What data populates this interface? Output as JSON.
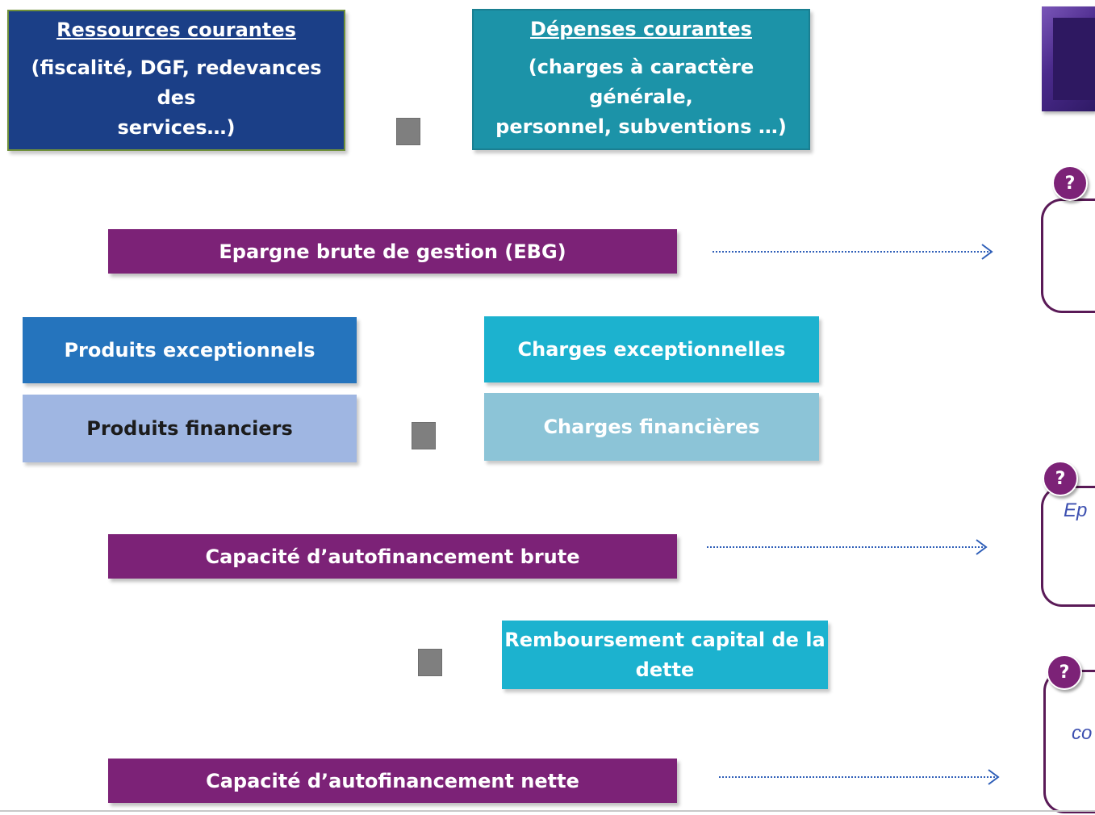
{
  "ressources": {
    "title": "Ressources courantes",
    "subtitle_line1": "(fiscalité, DGF, redevances des",
    "subtitle_line2": "services…)"
  },
  "depenses": {
    "title": "Dépenses courantes",
    "subtitle_line1": "(charges à caractère générale,",
    "subtitle_line2": "personnel, subventions …)"
  },
  "bars": {
    "ebg": "Epargne brute de gestion (EBG)",
    "caf_brute": "Capacité d’autofinancement brute",
    "caf_nette": "Capacité d’autofinancement nette"
  },
  "produits": {
    "exceptionnels": "Produits exceptionnels",
    "financiers": "Produits financiers"
  },
  "charges": {
    "exceptionnelles": "Charges exceptionnelles",
    "financieres": "Charges financières"
  },
  "remboursement": {
    "line1": "Remboursement capital de la",
    "line2": "dette"
  },
  "side": {
    "qmark": "?",
    "frag_ep": "Ep",
    "frag_co": "co"
  },
  "colors": {
    "dark_blue": "#1b3f87",
    "teal": "#1c93a8",
    "purple": "#7c2277",
    "mid_blue": "#2574bd",
    "light_blue": "#9fb6e2",
    "cyan": "#1cb2cf",
    "light_cyan": "#8cc4d7",
    "operator_gray": "#7f7f7f",
    "arrow_blue": "#2f5fb8"
  }
}
